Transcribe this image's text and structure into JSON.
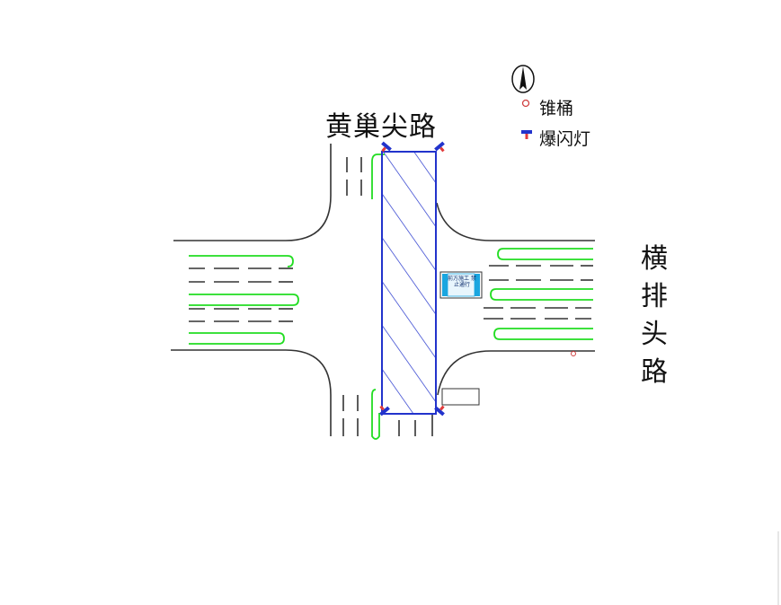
{
  "roads": {
    "north_name": "黄巢尖路",
    "east_name": "横排头路"
  },
  "legend": {
    "cone_label": "锥桶",
    "flash_light_label": "爆闪灯",
    "north_arrow_icon": "north-arrow-icon"
  },
  "sign": {
    "text": "前方施工 禁止通行"
  },
  "colors": {
    "road_line": "#333333",
    "guide_line": "#22dd22",
    "work_zone": "#2233cc",
    "sign_fill": "#1aa6e0",
    "flash_light": "#e23b3b",
    "cone": "#d04040"
  }
}
